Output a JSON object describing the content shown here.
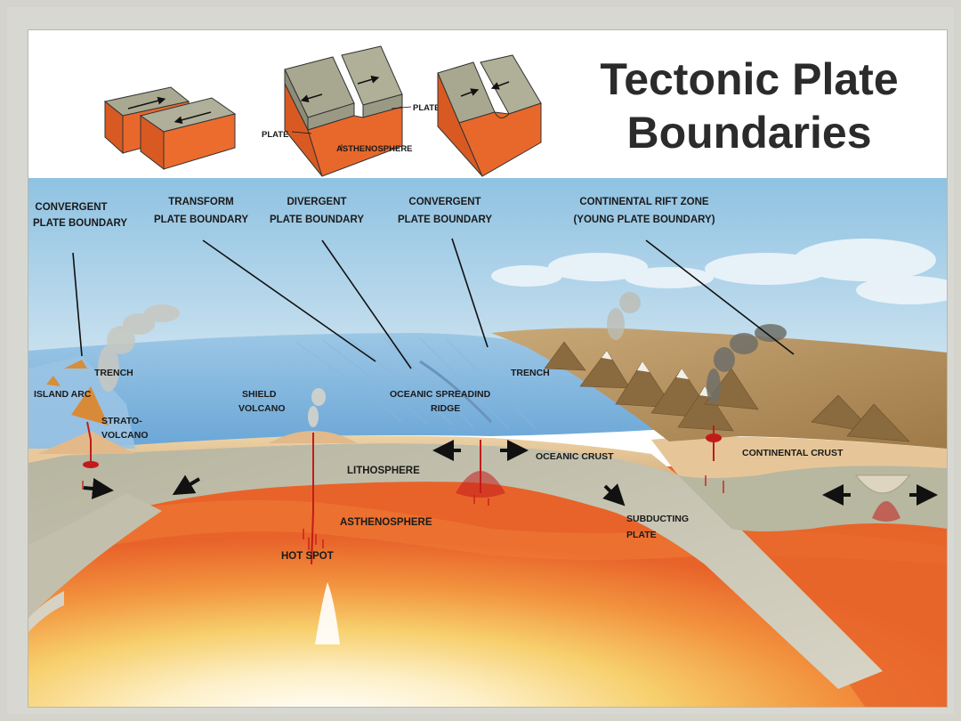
{
  "title": {
    "line1": "Tectonic Plate",
    "line2": "Boundaries"
  },
  "block_labels": {
    "plate_right": "PLATE",
    "plate_left": "PLATE",
    "asthenosphere": "ASTHENOSPHERE"
  },
  "callouts": {
    "convergent_left": [
      "CONVERGENT",
      "PLATE BOUNDARY"
    ],
    "transform": [
      "TRANSFORM",
      "PLATE BOUNDARY"
    ],
    "divergent": [
      "DIVERGENT",
      "PLATE BOUNDARY"
    ],
    "convergent_mid": [
      "CONVERGENT",
      "PLATE BOUNDARY"
    ],
    "rift": [
      "CONTINENTAL RIFT ZONE",
      "(YOUNG PLATE BOUNDARY)"
    ]
  },
  "features": {
    "trench_left": "TRENCH",
    "island_arc": "ISLAND ARC",
    "strato_volcano": [
      "STRATO-",
      "VOLCANO"
    ],
    "shield_volcano": [
      "SHIELD",
      "VOLCANO"
    ],
    "spreading_ridge": [
      "OCEANIC SPREADIND",
      "RIDGE"
    ],
    "trench_right": "TRENCH",
    "oceanic_crust": "OCEANIC CRUST",
    "continental_crust": "CONTINENTAL CRUST",
    "lithosphere": "LITHOSPHERE",
    "asthenosphere": "ASTHENOSPHERE",
    "hot_spot": "HOT SPOT",
    "subducting_plate": [
      "SUBDUCTING",
      "PLATE"
    ]
  },
  "colors": {
    "sky": "#a9cfe6",
    "ocean": "#7fb4dc",
    "land": "#b79360",
    "lithosphere": "#b9b9a2",
    "asthenosphere": "#ea6a2c",
    "mantle_glow": "#f6c86a",
    "magma": "#c81e1e",
    "block_top": "#a8a890",
    "block_side": "#e2652a"
  }
}
